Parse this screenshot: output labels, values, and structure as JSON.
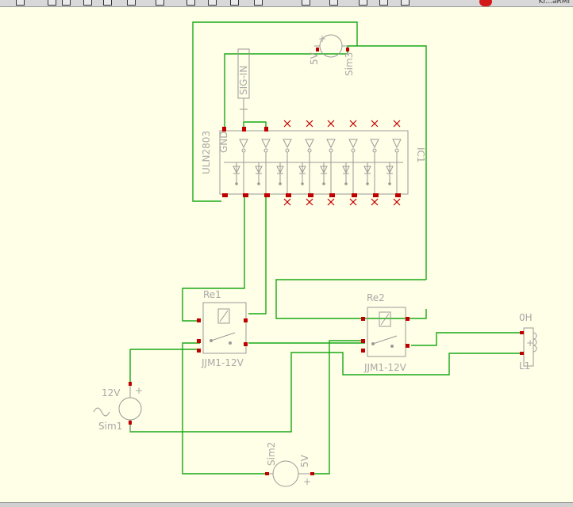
{
  "toolbar": {
    "user_label": "Kr...aRMi",
    "tools": [
      "check-icon",
      "copy-icon",
      "file-icon",
      "undo-icon",
      "back-icon",
      "save-icon",
      "pointer-icon",
      "bars-icon",
      "tool-icon",
      "draw-icon",
      "text-icon",
      "pin-icon",
      "doc-icon",
      "doc2-icon",
      "doc3-icon"
    ]
  },
  "colors": {
    "background": "#fffee6",
    "wire": "#18a818",
    "component": "#9a9a9a",
    "pin": "#c00000"
  },
  "components": {
    "ic1": {
      "ref": "IC1",
      "part": "ULN2803",
      "gnd_label": "GND"
    },
    "sig_in": {
      "label": "SIG-IN"
    },
    "sim3": {
      "ref": "Sim3",
      "value": "5V"
    },
    "sim1": {
      "ref": "Sim1",
      "value": "12V"
    },
    "sim2": {
      "ref": "Sim2",
      "value": "5V"
    },
    "re1": {
      "ref": "Re1",
      "part": "JJM1-12V"
    },
    "re2": {
      "ref": "Re2",
      "part": "JJM1-12V"
    },
    "l1": {
      "ref": "L1",
      "value": "0H"
    }
  }
}
